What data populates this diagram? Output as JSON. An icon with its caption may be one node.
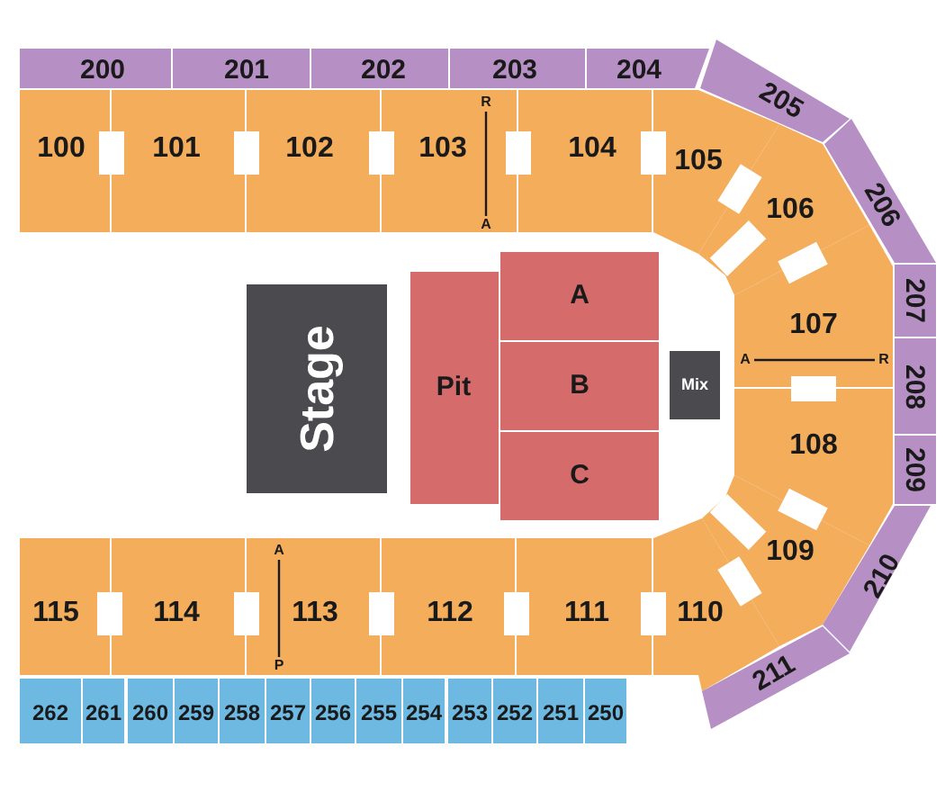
{
  "diagram": {
    "nodes": [
      {
        "text": [
          "200"
        ]
      },
      {
        "text": [
          "201"
        ]
      },
      {
        "text": [
          "202"
        ]
      },
      {
        "text": [
          "203"
        ]
      },
      {
        "text": [
          "204"
        ]
      },
      {
        "text": [
          "205"
        ]
      },
      {
        "text": [
          "206"
        ]
      },
      {
        "text": [
          "100"
        ]
      },
      {
        "text": [
          "101"
        ]
      },
      {
        "text": [
          "102"
        ]
      },
      {
        "text": [
          "103"
        ]
      },
      {
        "text": [
          "104"
        ]
      },
      {
        "text": [
          "105"
        ]
      },
      {
        "text": [
          "106"
        ]
      },
      {
        "text": [
          "Stage"
        ]
      },
      {
        "text": [
          "Pit"
        ]
      },
      {
        "text": [
          "A"
        ]
      },
      {
        "text": [
          "B"
        ]
      },
      {
        "text": [
          "C"
        ]
      },
      {
        "text": [
          "Mix"
        ]
      },
      {
        "text": [
          "107"
        ]
      },
      {
        "text": [
          "207"
        ]
      },
      {
        "text": [
          "208"
        ]
      },
      {
        "text": [
          "108"
        ]
      },
      {
        "text": [
          "209"
        ]
      },
      {
        "text": [
          "115"
        ]
      },
      {
        "text": [
          "114"
        ]
      },
      {
        "text": [
          "113"
        ]
      },
      {
        "text": [
          "112"
        ]
      },
      {
        "text": [
          "111"
        ]
      },
      {
        "text": [
          "110"
        ]
      },
      {
        "text": [
          "109"
        ]
      },
      {
        "text": [
          "210"
        ]
      },
      {
        "text": [
          "211"
        ]
      },
      {
        "text": [
          "262"
        ]
      },
      {
        "text": [
          "261"
        ]
      },
      {
        "text": [
          "260"
        ]
      },
      {
        "text": [
          "259"
        ]
      },
      {
        "text": [
          "258"
        ]
      },
      {
        "text": [
          "257"
        ]
      },
      {
        "text": [
          "256"
        ]
      },
      {
        "text": [
          "255"
        ]
      },
      {
        "text": [
          "254"
        ]
      },
      {
        "text": [
          "253"
        ]
      },
      {
        "text": [
          "252"
        ]
      },
      {
        "text": [
          "251"
        ]
      },
      {
        "text": [
          "250"
        ]
      }
    ],
    "labels": [
      "R",
      "A",
      "A",
      "R",
      "A",
      "P"
    ]
  }
}
